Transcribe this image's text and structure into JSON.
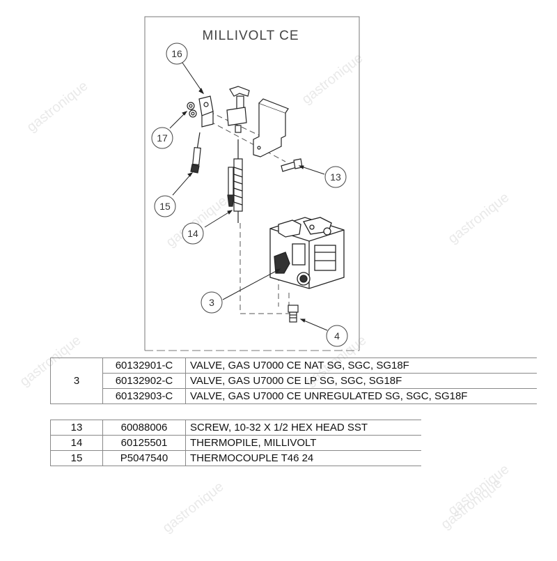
{
  "diagram": {
    "title": "MILLIVOLT CE",
    "callouts": [
      "16",
      "17",
      "15",
      "14",
      "13",
      "3",
      "4"
    ]
  },
  "watermark": "gastronique",
  "valves_table": {
    "item": "3",
    "rows": [
      {
        "part": "60132901-C",
        "desc": "VALVE, GAS U7000 CE NAT SG, SGC, SG18F"
      },
      {
        "part": "60132902-C",
        "desc": "VALVE, GAS U7000 CE LP SG, SGC, SG18F"
      },
      {
        "part": "60132903-C",
        "desc": "VALVE, GAS U7000 CE UNREGULATED SG, SGC, SG18F"
      }
    ]
  },
  "parts_table": {
    "rows": [
      {
        "item": "13",
        "part": "60088006",
        "desc": "SCREW, 10-32 X  1/2 HEX HEAD SST"
      },
      {
        "item": "14",
        "part": "60125501",
        "desc": "THERMOPILE, MILLIVOLT"
      },
      {
        "item": "15",
        "part": "P5047540",
        "desc": "THERMOCOUPLE T46 24"
      }
    ]
  }
}
